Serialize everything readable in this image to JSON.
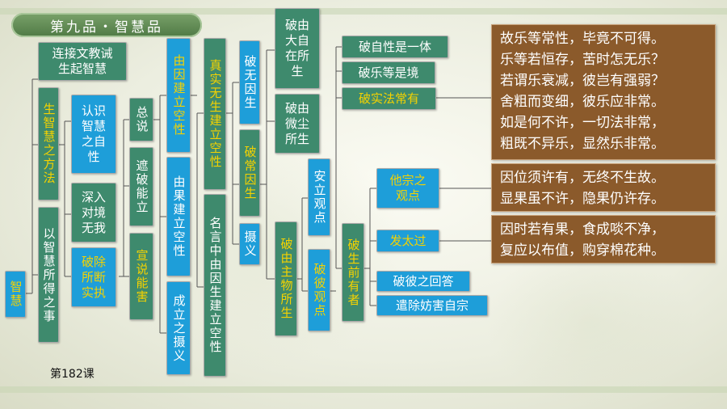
{
  "header": {
    "title": "第九品・智慧品"
  },
  "footer": {
    "lesson": "第182课"
  },
  "nodes": {
    "root": "智慧",
    "method": "生智慧之方法",
    "scripture": "连接文教诫生起智慧",
    "result": "以智慧所得之事",
    "know_self": "认识智慧之自性",
    "enter_state": "深入对境无我",
    "remove_obstacles": "破除所断实执",
    "summary": "总说",
    "refute_establish": "遮破能立",
    "explain_harm": "宣说能害",
    "cause_empty": "由因建立空性",
    "effect_empty": "由果建立空性",
    "establish_summary": "成立之摄义",
    "real_nonarising": "真实无生建立空性",
    "nominal": "名言中由因生建立空性",
    "refute_nocause": "破无因生",
    "refute_permanent": "破常因生",
    "summary2": "摄义",
    "refute_ishvara": "破由大自在所生",
    "refute_particles": "破由微尘所生",
    "refute_prakriti": "破由主物所生",
    "establish_view": "安立观点",
    "refute_view": "破彼观点",
    "refute_preexist": "破生前有者",
    "self_nature_one": "破自性是一体",
    "joy_is_object": "破乐等是境",
    "real_permanent": "破实法常有",
    "other_view": "他宗之观点",
    "overreach": "发太过",
    "refute_answer": "破彼之回答",
    "dispel_harm": "遣除妨害自宗"
  },
  "notes": {
    "verse1": "故乐等常性，毕竟不可得。\n乐等若恒存，苦时怎无乐？\n若谓乐衰减，彼岂有强弱？\n舍粗而变细，彼乐应非常。\n如是何不许，一切法非常，\n粗既不异乐，显然乐非常。",
    "verse2": "因位须许有，无终不生故。\n显果虽不许，隐果仍许存。",
    "verse3": "因时若有果，食成啖不净，\n复应以布值，购穿棉花种。"
  },
  "colors": {
    "green": "#3e8a6d",
    "blue": "#1e9ed9",
    "yellow_text": "#f5d200",
    "brown": "#8b5a2b"
  }
}
